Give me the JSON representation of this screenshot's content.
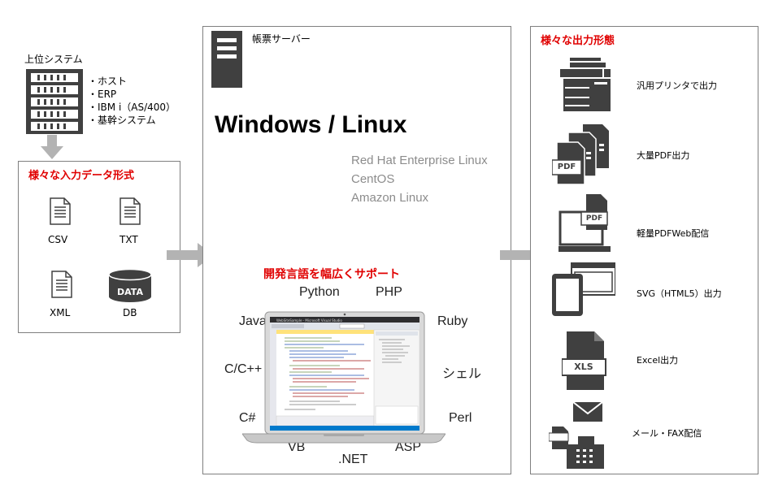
{
  "upper": {
    "title": "上位システム",
    "items": [
      "・ホスト",
      "・ERP",
      "・IBM i（AS/400）",
      "・基幹システム"
    ]
  },
  "input": {
    "title": "様々な入力データ形式",
    "formats": [
      "CSV",
      "TXT",
      "XML",
      "DB"
    ],
    "db_icon_text": "DATA"
  },
  "server": {
    "label": "帳票サーバー",
    "os_title": "Windows / Linux",
    "distros": [
      "Red Hat Enterprise Linux",
      "CentOS",
      "Amazon Linux"
    ],
    "dev_title": "開発言語を幅広くサポート",
    "languages": [
      "Python",
      "PHP",
      "Java",
      "Ruby",
      "C/C++",
      "シェル",
      "C#",
      "Perl",
      "VB",
      "ASP",
      ".NET"
    ],
    "screen_title": "WebSiteSample - Microsoft Visual Studio"
  },
  "output": {
    "title": "様々な出力形態",
    "items": [
      "汎用プリンタで出力",
      "大量PDF出力",
      "軽量PDFWeb配信",
      "SVG（HTML5）出力",
      "Excel出力",
      "メール・FAX配信"
    ],
    "pdf_label": "PDF",
    "xls_label": "XLS"
  },
  "colors": {
    "accent_red": "#e00000",
    "icon_dark": "#404040",
    "arrow_gray": "#b3b3b3",
    "border": "#7f7f7f"
  }
}
